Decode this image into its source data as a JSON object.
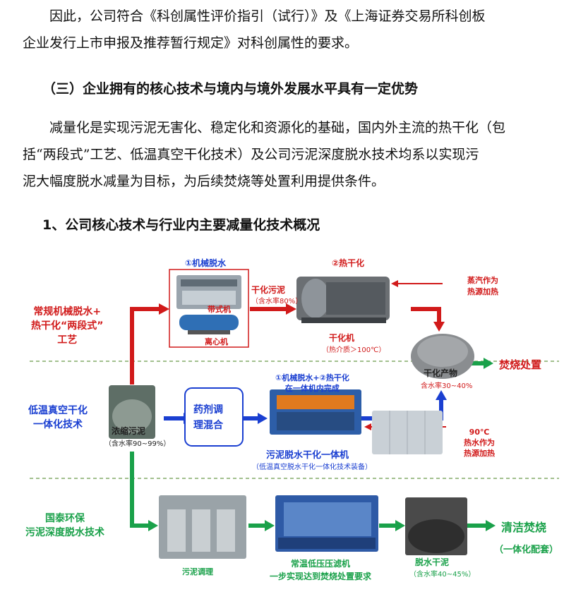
{
  "paragraphs": {
    "p1_line1": "因此，公司符合《科创属性评价指引（试行）》及《上海证券交易所科创板",
    "p1_line2": "企业发行上市申报及推荐暂行规定》对科创属性的要求。",
    "section_heading": "（三）企业拥有的核心技术与境内与境外发展水平具有一定优势",
    "p2_line1": "减量化是实现污泥无害化、稳定化和资源化的基础，国内外主流的热干化（包",
    "p2_line2": "括“两段式”工艺、低温真空干化技术）及公司污泥深度脱水技术均系以实现污",
    "p2_line3": "泥大幅度脱水减量为目标，为后续焚烧等处置利用提供条件。",
    "sub_heading": "1、公司核心技术与行业内主要减量化技术概况"
  },
  "diagram": {
    "left_labels": {
      "two_stage_l1": "常规机械脱水+",
      "two_stage_l2": "热干化“两段式”",
      "two_stage_l3": "工艺",
      "vacuum_l1": "低温真空干化",
      "vacuum_l2": "一体化技术",
      "guotai_l1": "国泰环保",
      "guotai_l2": "污泥深度脱水技术"
    },
    "top": {
      "mech_dewater": "①机械脱水",
      "thermal_dry": "②热干化",
      "belt": "带式机",
      "centrifuge": "离心机",
      "dried_sludge": "干化污泥",
      "dried_sludge_note": "（含水率80%）",
      "dryer": "干化机",
      "dryer_note": "（热介质＞100℃）",
      "steam_l1": "蒸汽作为",
      "steam_l2": "热源加热",
      "dry_product": "干化产物",
      "dry_product_note": "含水率30~40%",
      "incineration": "焚烧处置"
    },
    "middle": {
      "concentrated": "浓缩污泥",
      "concentrated_note": "（含水率90~99%）",
      "reagent_l1": "药剂调",
      "reagent_l2": "理混合",
      "combo_l1": "①机械脱水+②热干化",
      "combo_l2": "在一体机内完成",
      "machine": "污泥脱水干化一体机",
      "machine_note": "（低温真空脱水干化一体化技术装备）",
      "hot_l1": "90℃",
      "hot_l2": "热水作为",
      "hot_l3": "热源加热"
    },
    "bottom": {
      "conditioning": "污泥调理",
      "press_l1": "常温低压压滤机",
      "press_l2": "一步实现达到焚烧处置要求",
      "cake": "脱水干泥",
      "cake_note": "（含水率40~45%）",
      "clean_burn": "清洁焚烧",
      "integrated": "（一体化配套）"
    },
    "colors": {
      "red": "#d11a1a",
      "blue": "#1a3fd1",
      "green": "#1aa14a"
    }
  }
}
